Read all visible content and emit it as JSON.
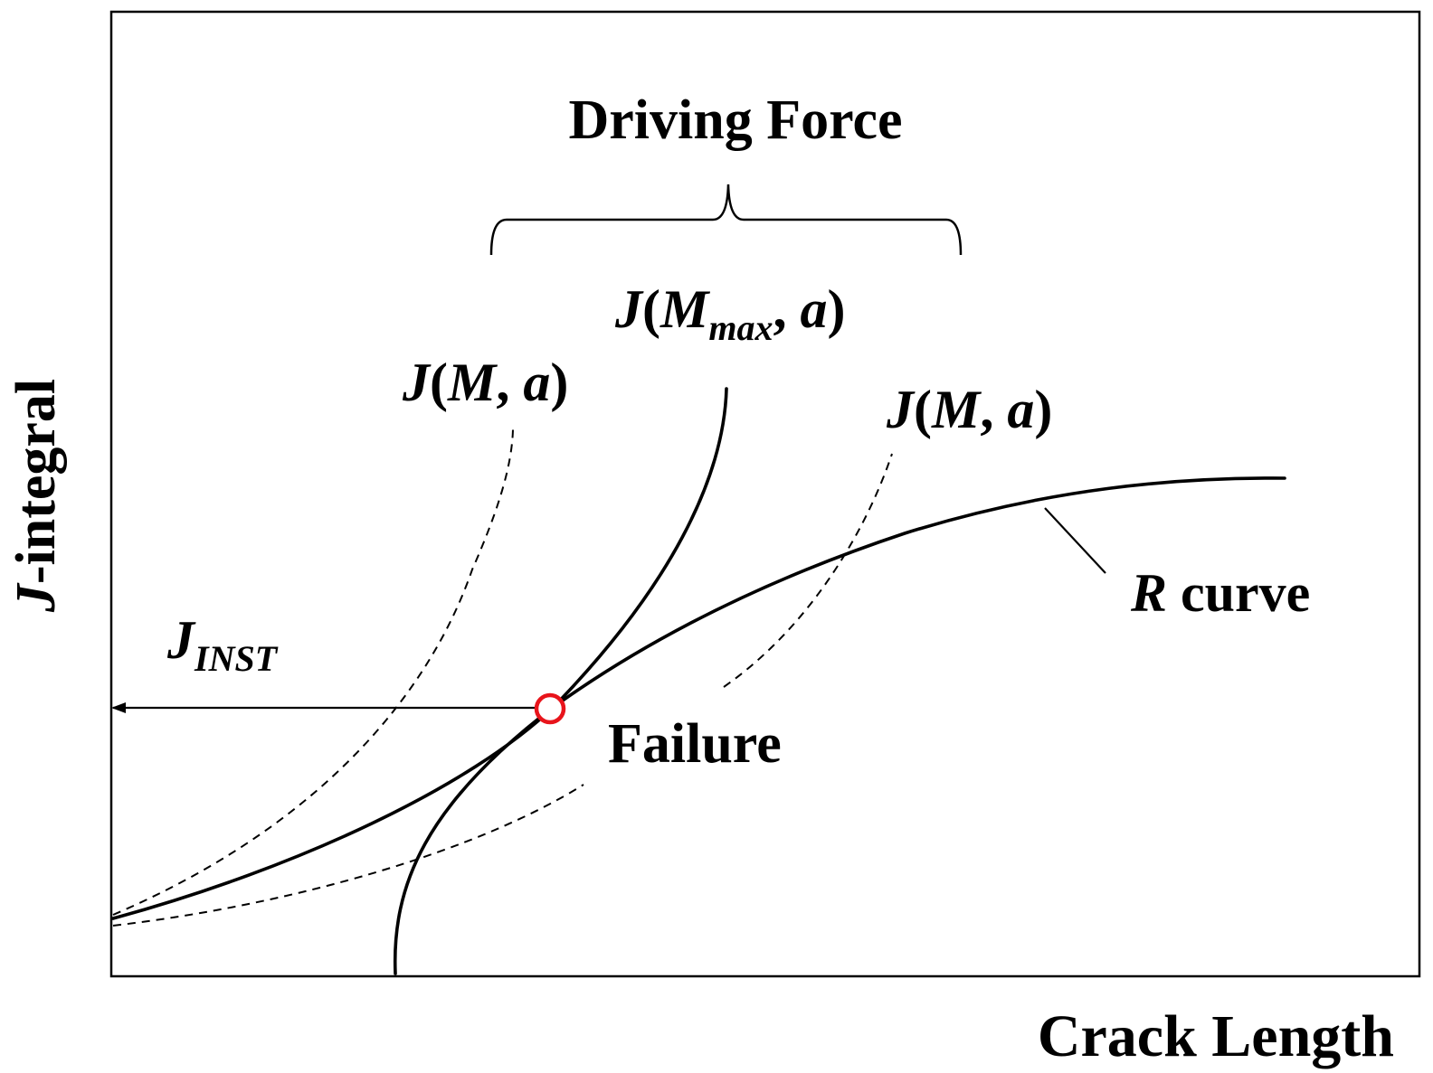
{
  "labels": {
    "driving_force": "Driving Force",
    "j_prefix": "J",
    "m": "M",
    "max": "max",
    "a": "a",
    "j_inst_j": "J",
    "j_inst_sub": "INST",
    "r_italic": "R",
    "r_rest": " curve",
    "failure": "Failure",
    "x_axis": "Crack Length",
    "y_axis_italic": "J",
    "y_axis_rest": "-integral"
  },
  "colors": {
    "line": "#000000",
    "failure_marker": "#e8141b",
    "background": "#ffffff"
  }
}
